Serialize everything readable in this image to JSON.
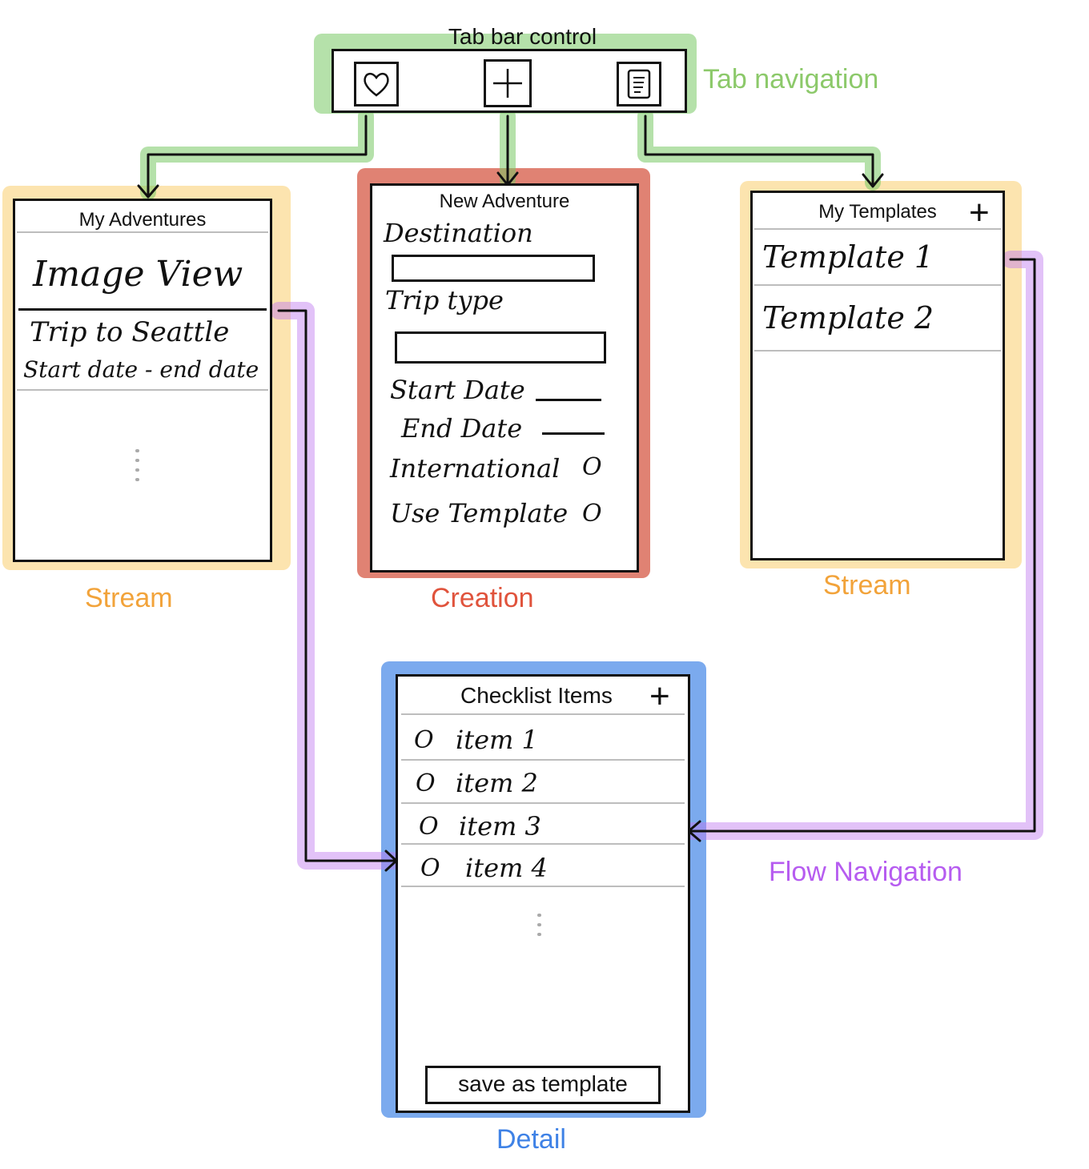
{
  "tab_bar": {
    "title": "Tab bar control",
    "annotation": "Tab navigation",
    "tabs": [
      {
        "icon": "heart-icon"
      },
      {
        "icon": "plus-icon"
      },
      {
        "icon": "document-icon"
      }
    ]
  },
  "my_adventures": {
    "title": "My Adventures",
    "image_placeholder": "Image View",
    "trip_name": "Trip to Seattle",
    "trip_dates": "Start date - end date",
    "caption": "Stream"
  },
  "new_adventure": {
    "title": "New Adventure",
    "destination_label": "Destination",
    "trip_type_label": "Trip type",
    "start_date_label": "Start Date",
    "end_date_label": "End Date",
    "international_label": "International",
    "international_toggle": "O",
    "use_template_label": "Use Template",
    "use_template_toggle": "O",
    "caption": "Creation"
  },
  "my_templates": {
    "title": "My Templates",
    "add_symbol": "+",
    "items": [
      "Template 1",
      "Template 2"
    ],
    "caption": "Stream"
  },
  "checklist": {
    "title": "Checklist Items",
    "add_symbol": "+",
    "items": [
      {
        "check": "O",
        "label": "item 1"
      },
      {
        "check": "O",
        "label": "item 2"
      },
      {
        "check": "O",
        "label": "item 3"
      },
      {
        "check": "O",
        "label": "item 4"
      }
    ],
    "save_button": "save as template",
    "caption": "Detail"
  },
  "flow_annotation": "Flow Navigation",
  "colors": {
    "tab_nav": "#8cc96a",
    "stream": "#f2a33a",
    "creation": "#e0533c",
    "detail": "#3f82e6",
    "flow": "#b65cf0"
  }
}
